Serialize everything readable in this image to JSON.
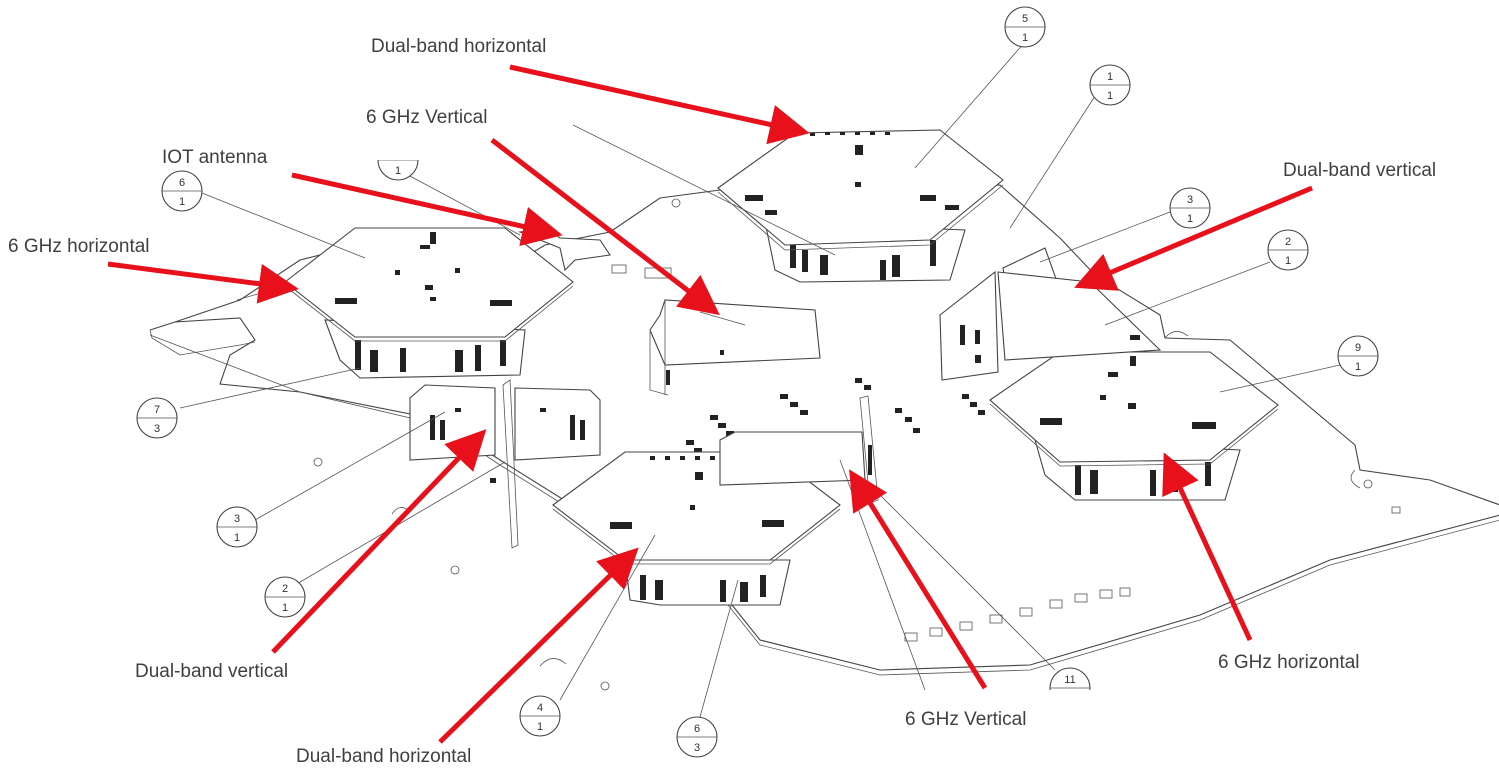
{
  "labels": {
    "top_dual_band_horizontal": "Dual-band horizontal",
    "top_6ghz_vertical": "6 GHz Vertical",
    "iot_antenna": "IOT antenna",
    "left_6ghz_horizontal": "6 GHz horizontal",
    "right_dual_band_vertical": "Dual-band vertical",
    "bottom_dual_band_vertical": "Dual-band vertical",
    "bottom_dual_band_horizontal": "Dual-band horizontal",
    "bottom_6ghz_vertical": "6 GHz Vertical",
    "right_6ghz_horizontal": "6 GHz horizontal"
  },
  "balloons": {
    "b5_1": {
      "top": "5",
      "bottom": "1"
    },
    "b1_1": {
      "top": "1",
      "bottom": "1"
    },
    "b6_1": {
      "top": "6",
      "bottom": "1"
    },
    "b1_partial": {
      "top": "1",
      "bottom": ""
    },
    "b3_1_right": {
      "top": "3",
      "bottom": "1"
    },
    "b2_1_right": {
      "top": "2",
      "bottom": "1"
    },
    "b9_1": {
      "top": "9",
      "bottom": "1"
    },
    "b7_3": {
      "top": "7",
      "bottom": "3"
    },
    "b3_1_left": {
      "top": "3",
      "bottom": "1"
    },
    "b2_1_left": {
      "top": "2",
      "bottom": "1"
    },
    "b4_1": {
      "top": "4",
      "bottom": "1"
    },
    "b6_3": {
      "top": "6",
      "bottom": "3"
    },
    "b11": {
      "top": "11",
      "bottom": ""
    }
  },
  "colors": {
    "arrow": "#e8101a",
    "label_text": "#404040",
    "line_art": "#444444"
  }
}
